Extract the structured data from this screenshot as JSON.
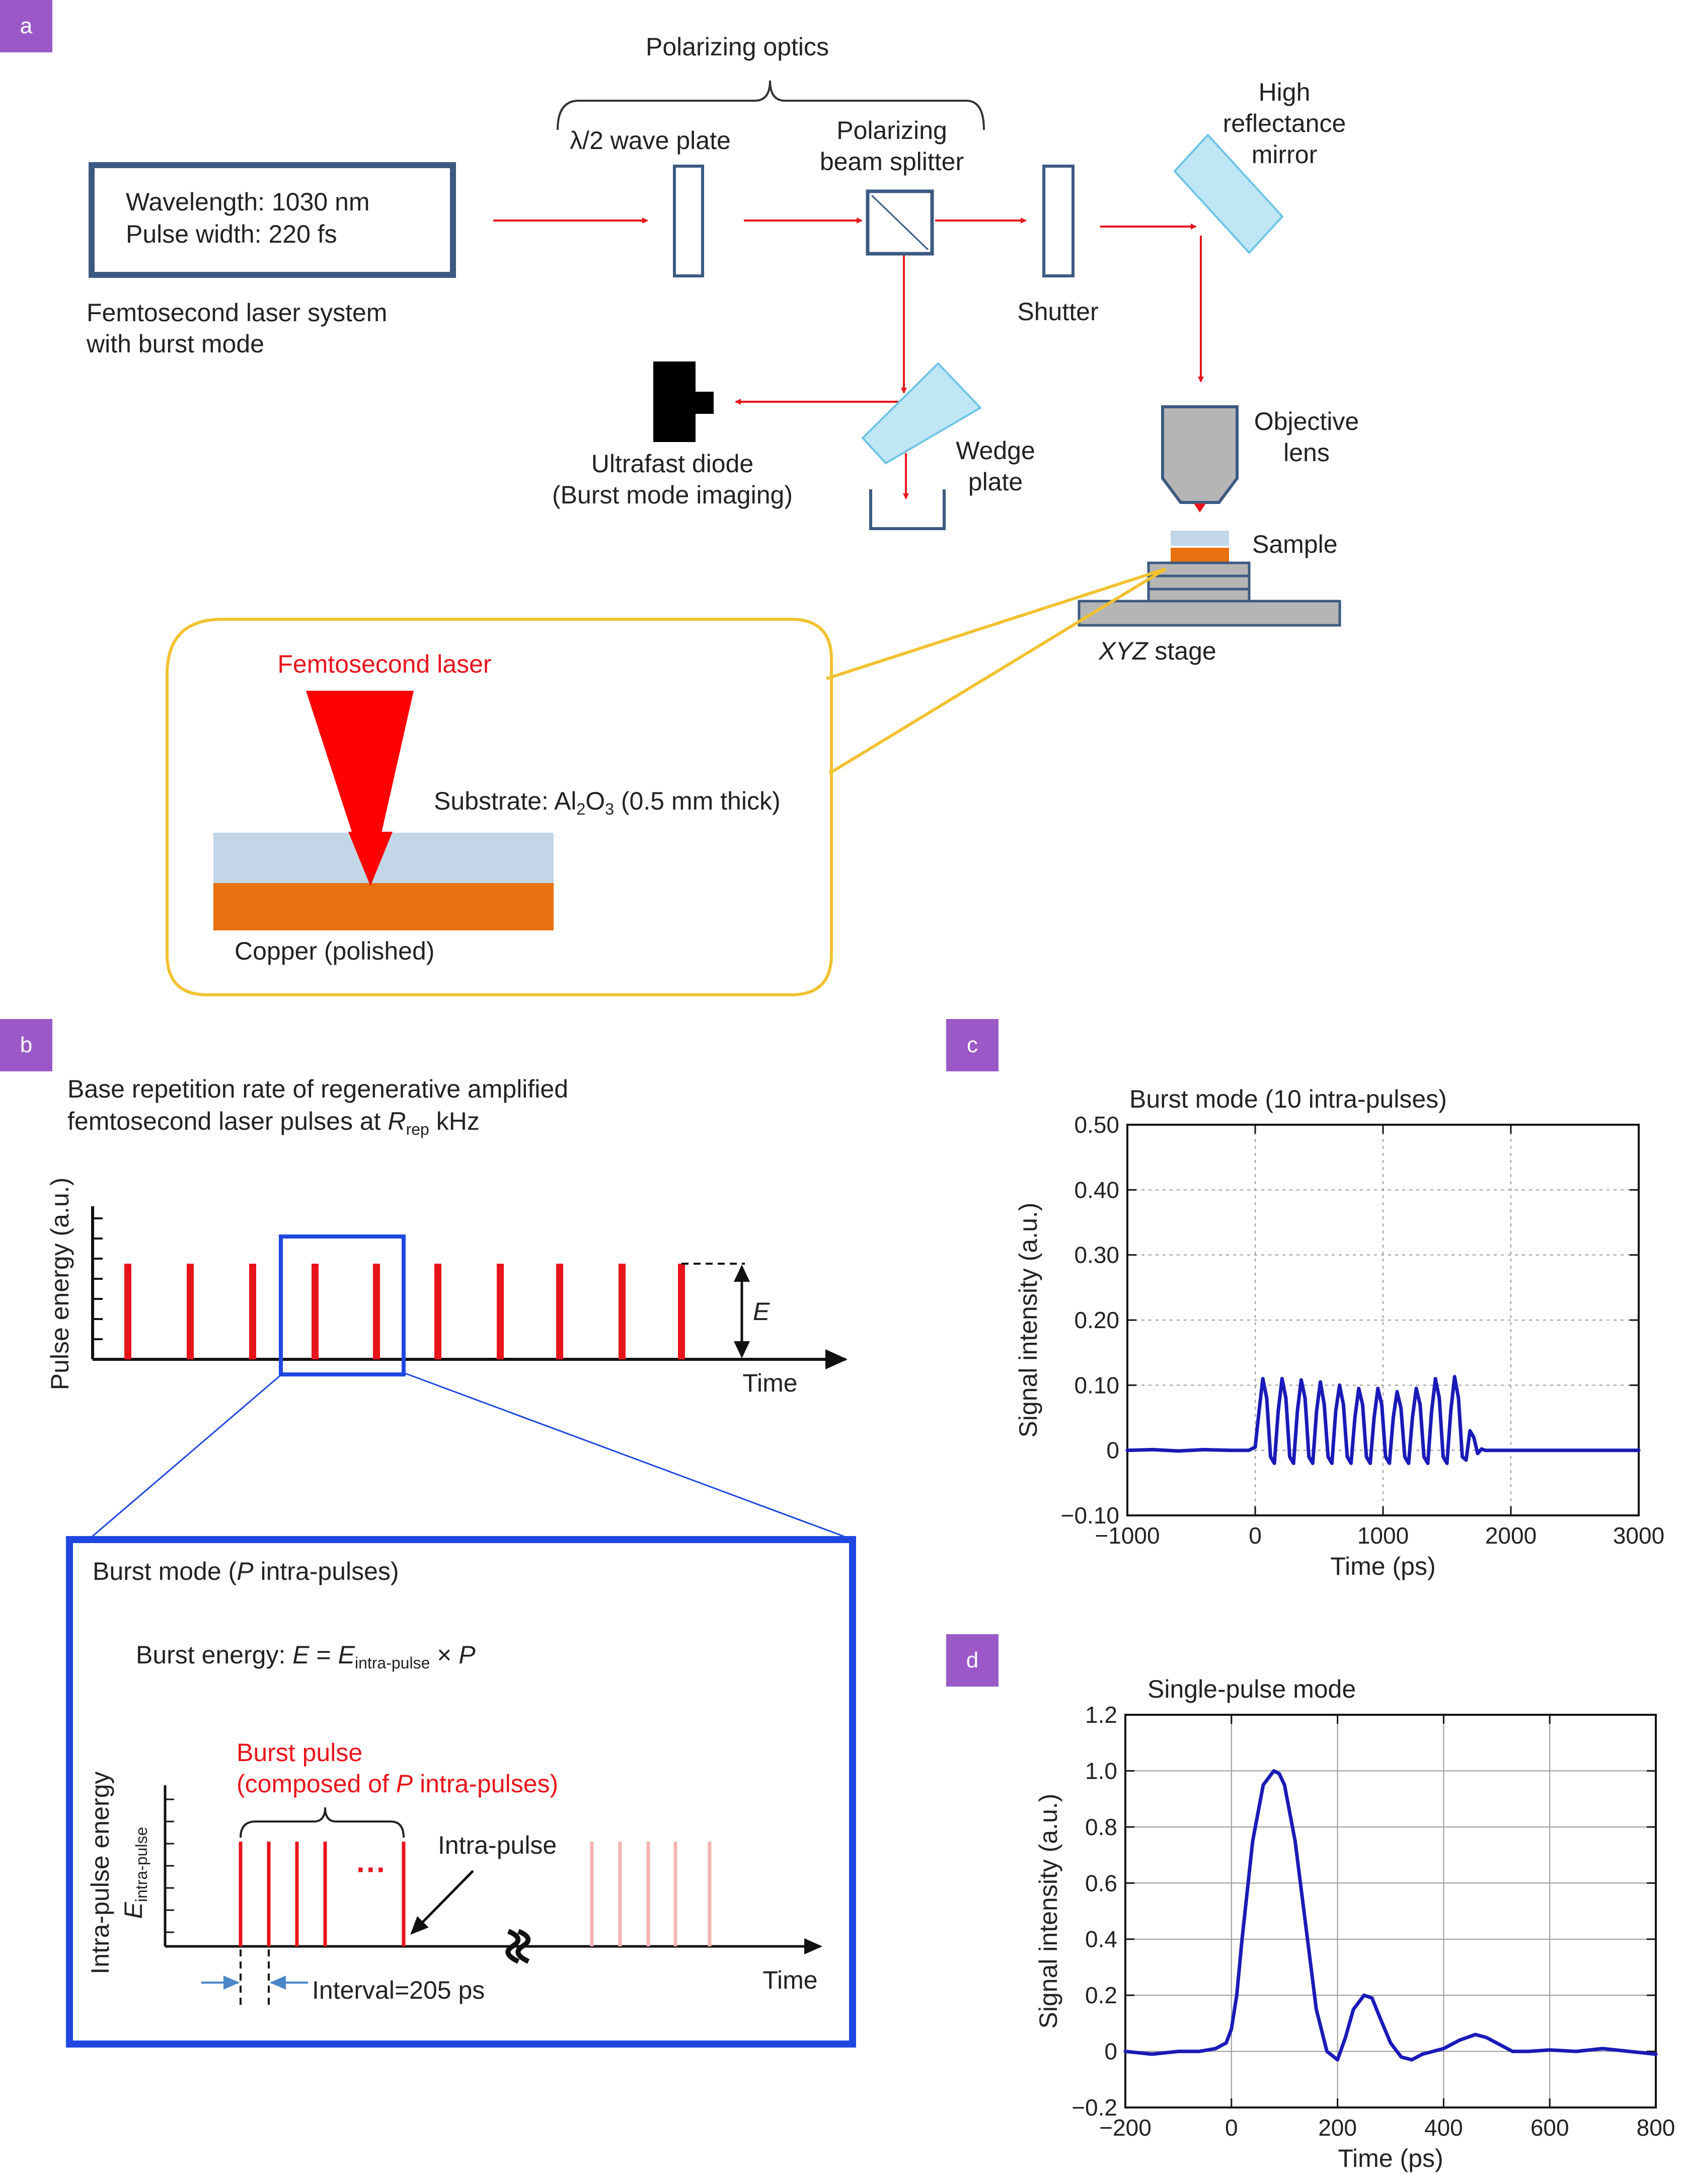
{
  "panel_a": {
    "tag": "a",
    "polarizing_optics": "Polarizing optics",
    "laser_box": {
      "wavelength": "Wavelength: 1030 nm",
      "pulse_width": "Pulse width: 220 fs"
    },
    "laser_caption": [
      "Femtosecond laser system",
      "with burst mode"
    ],
    "half_wave_plate": "λ/2 wave plate",
    "pbs": [
      "Polarizing",
      "beam splitter"
    ],
    "shutter": "Shutter",
    "mirror": [
      "High",
      "reflectance",
      "mirror"
    ],
    "diode": [
      "Ultrafast diode",
      "(Burst mode imaging)"
    ],
    "wedge": [
      "Wedge",
      "plate"
    ],
    "objective": [
      "Objective",
      "lens"
    ],
    "sample": "Sample",
    "stage": {
      "italic": "XYZ",
      "rest": " stage"
    },
    "inset": {
      "laser": "Femtosecond laser",
      "substrate_pre": "Substrate: Al",
      "substrate_sub1": "2",
      "substrate_mid": "O",
      "substrate_sub2": "3",
      "substrate_post": " (0.5 mm thick)",
      "copper": "Copper (polished)"
    },
    "colors": {
      "beam": "#e8141b",
      "box": "#3b5a82",
      "mirror": "#bfe6f5",
      "copper": "#e8700e",
      "substrate": "#c2d6e8",
      "callout": "#f2c12e"
    }
  },
  "panel_b": {
    "tag": "b",
    "title_line1": "Base repetition rate of regenerative amplified",
    "title_line2_pre": "femtosecond laser pulses at ",
    "title_line2_R": "R",
    "title_line2_sub": "rep",
    "title_line2_post": " kHz",
    "ylabel": "Pulse energy (a.u.)",
    "xlabel": "Time",
    "E_label": "E",
    "burst_title_pre": "Burst mode (",
    "burst_title_P": "P",
    "burst_title_post": " intra-pulses)",
    "burst_energy_pre": "Burst energy: ",
    "burst_energy_E": "E",
    "burst_energy_eq": " = ",
    "burst_energy_Ei": "E",
    "burst_energy_sub": "intra-pulse",
    "burst_energy_times": " × ",
    "burst_energy_P": "P",
    "burst_pulse_line1": "Burst pulse",
    "burst_pulse_line2_pre": "(composed of ",
    "burst_pulse_line2_P": "P",
    "burst_pulse_line2_post": " intra-pulses)",
    "intra_pulse": "Intra-pulse",
    "ellipsis": "···",
    "inner_ylabel": "Intra-pulse energy",
    "inner_ylabel_E": "E",
    "inner_ylabel_sub": "intra-pulse",
    "inner_xlabel": "Time",
    "interval": "Interval=205 ps"
  },
  "chart_data": [
    {
      "id": "c",
      "tag": "c",
      "type": "line",
      "title": "Burst mode (10 intra-pulses)",
      "xlabel": "Time (ps)",
      "ylabel": "Signal intensity (a.u.)",
      "xlim": [
        -1000,
        3000
      ],
      "ylim": [
        -0.1,
        0.5
      ],
      "xticks": [
        -1000,
        0,
        1000,
        2000,
        3000
      ],
      "xtick_labels": [
        "−1000",
        "0",
        "1000",
        "2000",
        "3000"
      ],
      "yticks": [
        -0.1,
        0,
        0.1,
        0.2,
        0.3,
        0.4,
        0.5
      ],
      "ytick_labels": [
        "−0.10",
        "0",
        "0.10",
        "0.20",
        "0.30",
        "0.40",
        "0.50"
      ],
      "grid": true,
      "color": "#1a1ab8",
      "series": [
        {
          "x": [
            -1000,
            -800,
            -600,
            -400,
            -200,
            -50,
            0,
            30,
            60,
            90,
            120,
            150,
            180,
            210,
            240,
            270,
            300,
            330,
            360,
            390,
            420,
            450,
            480,
            510,
            540,
            570,
            600,
            630,
            660,
            690,
            720,
            750,
            780,
            810,
            840,
            870,
            900,
            930,
            960,
            990,
            1020,
            1050,
            1080,
            1110,
            1140,
            1170,
            1200,
            1230,
            1260,
            1290,
            1320,
            1350,
            1380,
            1410,
            1440,
            1470,
            1500,
            1530,
            1560,
            1590,
            1620,
            1650,
            1680,
            1710,
            1740,
            1770,
            1800,
            1830,
            1860,
            1890,
            1920,
            1950,
            1980,
            2010,
            2040,
            2070,
            2100,
            2140,
            2170,
            2200,
            2250,
            2300,
            2500,
            2700,
            3000
          ],
          "y": [
            0,
            0.001,
            -0.001,
            0.001,
            0,
            0,
            0.005,
            0.06,
            0.11,
            0.08,
            -0.01,
            -0.02,
            0.06,
            0.11,
            0.08,
            -0.01,
            -0.02,
            0.06,
            0.108,
            0.08,
            -0.01,
            -0.02,
            0.06,
            0.105,
            0.07,
            -0.01,
            -0.02,
            0.06,
            0.1,
            0.07,
            -0.01,
            -0.02,
            0.05,
            0.095,
            0.07,
            -0.01,
            -0.02,
            0.05,
            0.095,
            0.07,
            -0.01,
            -0.02,
            0.05,
            0.09,
            0.065,
            -0.01,
            -0.02,
            0.05,
            0.095,
            0.07,
            -0.01,
            -0.02,
            0.06,
            0.11,
            0.08,
            -0.01,
            -0.02,
            0.06,
            0.113,
            0.08,
            -0.01,
            -0.015,
            0.03,
            0.02,
            -0.005,
            0.002,
            0,
            0,
            0,
            0,
            0,
            0,
            0,
            0,
            0,
            0,
            0,
            0,
            0,
            0,
            0,
            0,
            0,
            0,
            0
          ]
        }
      ]
    },
    {
      "id": "d",
      "tag": "d",
      "type": "line",
      "title": "Single-pulse mode",
      "xlabel": "Time (ps)",
      "ylabel": "Signal intensity (a.u.)",
      "xlim": [
        -200,
        800
      ],
      "ylim": [
        -0.2,
        1.2
      ],
      "xticks": [
        -200,
        0,
        200,
        400,
        600,
        800
      ],
      "xtick_labels": [
        "−200",
        "0",
        "200",
        "400",
        "600",
        "800"
      ],
      "yticks": [
        -0.2,
        0,
        0.2,
        0.4,
        0.6,
        0.8,
        1.0,
        1.2
      ],
      "ytick_labels": [
        "−0.2",
        "0",
        "0.2",
        "0.4",
        "0.6",
        "0.8",
        "1.0",
        "1.2"
      ],
      "grid": true,
      "color": "#1a1ab8",
      "series": [
        {
          "x": [
            -200,
            -150,
            -100,
            -60,
            -30,
            -10,
            0,
            10,
            20,
            40,
            60,
            80,
            90,
            100,
            120,
            140,
            160,
            180,
            200,
            215,
            230,
            250,
            265,
            280,
            300,
            320,
            340,
            360,
            380,
            400,
            430,
            460,
            480,
            500,
            530,
            560,
            600,
            650,
            700,
            750,
            800
          ],
          "y": [
            0,
            -0.01,
            0,
            0,
            0.01,
            0.03,
            0.08,
            0.2,
            0.4,
            0.75,
            0.95,
            1.0,
            0.99,
            0.95,
            0.75,
            0.45,
            0.15,
            0.0,
            -0.03,
            0.05,
            0.15,
            0.2,
            0.19,
            0.12,
            0.03,
            -0.02,
            -0.03,
            -0.01,
            0.0,
            0.01,
            0.04,
            0.06,
            0.05,
            0.03,
            0.0,
            0.0,
            0.005,
            0.0,
            0.01,
            0.0,
            -0.01
          ]
        }
      ]
    }
  ],
  "panel_c_tag": "c",
  "panel_d_tag": "d",
  "tag_color": "#9b59c8"
}
